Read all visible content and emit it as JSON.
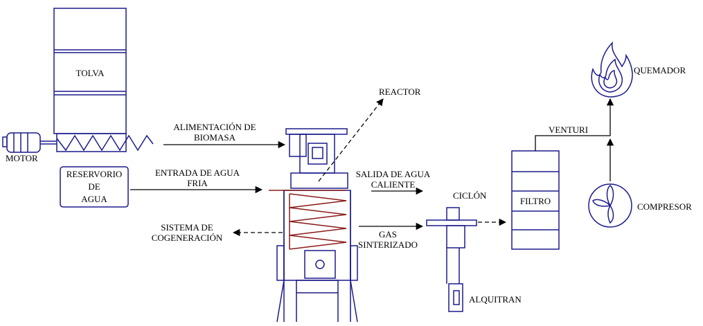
{
  "labels": {
    "tolva": "TOLVA",
    "motor": "MOTOR",
    "alimentacion_1": "ALIMENTACIÓN DE",
    "alimentacion_2": "BIOMASA",
    "reservorio_1": "RESERVORIO",
    "reservorio_2": "DE",
    "reservorio_3": "AGUA",
    "entrada_1": "ENTRADA DE AGUA",
    "entrada_2": "FRIA",
    "reactor": "REACTOR",
    "salida_1": "SALIDA DE AGUA",
    "salida_2": "CALIENTE",
    "sistema_1": "SISTEMA DE",
    "sistema_2": "COGENERACIÓN",
    "gas_1": "GAS",
    "gas_2": "SINTERIZADO",
    "ciclon": "CICLÓN",
    "alquitran": "ALQUITRAN",
    "filtro": "FILTRO",
    "venturi": "VENTURI",
    "quemador": "QUEMADOR",
    "compresor": "COMPRESOR"
  },
  "colors": {
    "outline": "#1a1a8c",
    "coil": "#8b1a1a",
    "arrow": "#000000"
  }
}
